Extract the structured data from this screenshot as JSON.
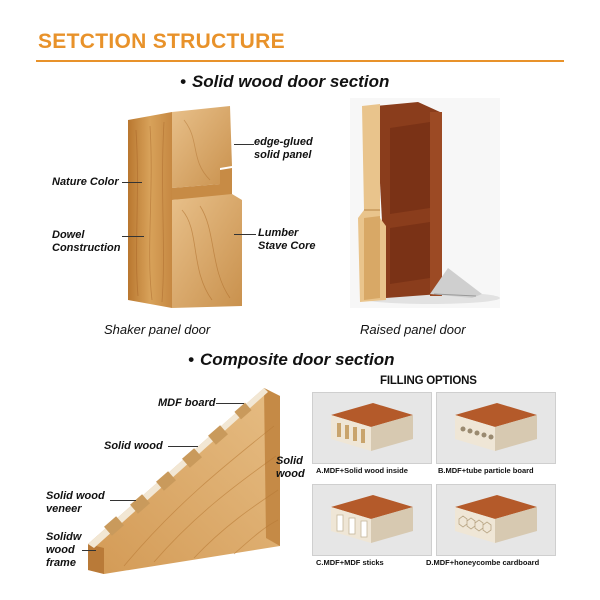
{
  "header": {
    "title": "SETCTION STRUCTURE"
  },
  "solid_section": {
    "title": "Solid wood door section",
    "labels": {
      "edge_glued": "edge-glued\nsolid panel",
      "nature_color": "Nature Color",
      "dowel": "Dowel\nConstruction",
      "lumber": "Lumber\nStave Core"
    },
    "captions": {
      "shaker": "Shaker panel door",
      "raised": "Raised panel door"
    }
  },
  "composite_section": {
    "title": "Composite door section",
    "labels": {
      "mdf_board": "MDF board",
      "solid_wood": "Solid wood",
      "solid_wood_right": "Solid\nwood",
      "veneer": "Solid wood\nveneer",
      "frame": "Solidw\nwood\nframe"
    }
  },
  "filling_options": {
    "heading": "FILLING OPTIONS",
    "options": [
      {
        "label": "A.MDF+Solid wood inside"
      },
      {
        "label": "B.MDF+tube particle board"
      },
      {
        "label": "C.MDF+MDF sticks"
      },
      {
        "label": "D.MDF+honeycombe cardboard"
      }
    ]
  },
  "colors": {
    "accent": "#e8922a",
    "wood_light": "#d9a15b",
    "wood_dark": "#8a3d1c",
    "mdf": "#efe6d6"
  }
}
